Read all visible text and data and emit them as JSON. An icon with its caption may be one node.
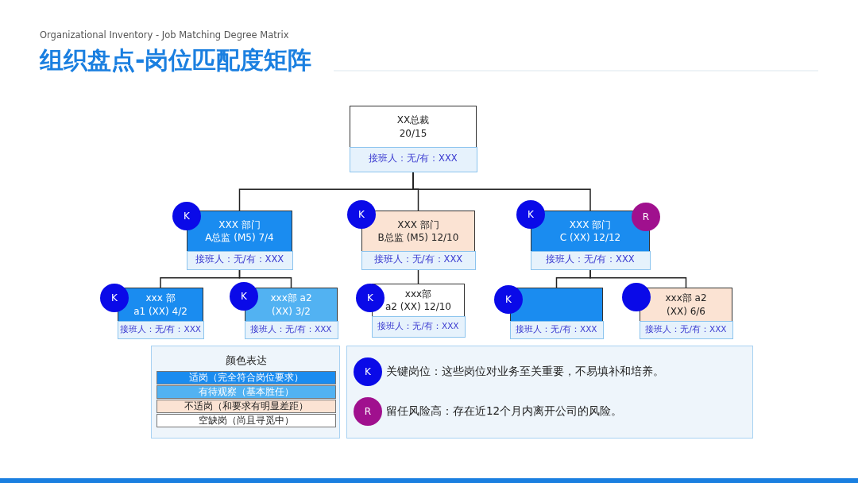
{
  "diagram": {
    "title": "组织盘点-岗位匹配度矩阵",
    "nodes": [
      {
        "text": [
          "XX总裁",
          "20/15",
          "接班人：无/有：XXX"
        ]
      },
      {
        "text": [
          "K"
        ]
      },
      {
        "text": [
          "XXX 部门",
          "A总监 (M5)  7/4",
          "接班人：无/有：XXX"
        ]
      },
      {
        "text": [
          "K"
        ]
      },
      {
        "text": [
          "XXX 部门",
          "B总监 (M5) 12/10",
          "接班人：无/有：XXX"
        ]
      },
      {
        "text": [
          "K"
        ]
      },
      {
        "text": [
          "XXX 部门",
          "C (XX) 12/12",
          "接班人：无/有：XXX"
        ]
      },
      {
        "text": [
          "R"
        ]
      },
      {
        "text": [
          "K"
        ]
      },
      {
        "text": [
          "xxx 部",
          "a1 (XX) 4/2",
          "接班人：无/有：XXX"
        ]
      },
      {
        "text": [
          "K"
        ]
      },
      {
        "text": [
          "xxx部 a2",
          "(XX) 3/2",
          "接班人：无/有：XXX"
        ]
      },
      {
        "text": [
          "K"
        ]
      },
      {
        "text": [
          "xxx部",
          "a2 (XX) 12/10",
          "接班人：无/有：XXX"
        ]
      },
      {
        "text": [
          "K"
        ]
      },
      {
        "text": [
          "接班人：无/有：XXX"
        ]
      },
      {
        "text": [],
        "shape": "circle"
      },
      {
        "text": [
          "xxx部 a2",
          "(XX) 6/6",
          "接班人：无/有：XXX"
        ]
      },
      {
        "text": [
          "K"
        ]
      },
      {
        "text": [
          "R"
        ]
      }
    ],
    "edges": [
      {
        "from": 0,
        "to": 2,
        "arrow": "none"
      },
      {
        "from": 0,
        "to": 4,
        "arrow": "none"
      },
      {
        "from": 0,
        "to": 6,
        "arrow": "none"
      },
      {
        "from": 2,
        "to": 9,
        "arrow": "none"
      },
      {
        "from": 2,
        "to": 11,
        "arrow": "none"
      },
      {
        "from": 4,
        "to": 13,
        "arrow": "none"
      },
      {
        "from": 6,
        "to": 15,
        "arrow": "none"
      },
      {
        "from": 6,
        "to": 17,
        "arrow": "none"
      }
    ],
    "labels": [
      "Organizational Inventory - Job Matching Degree Matrix",
      "颜色表达"
    ],
    "legend": [
      {
        "text": "适岗（完全符合岗位要求）",
        "color": "#1a8cf0"
      },
      {
        "text": "有待观察（基本胜任）",
        "color": "#52b2f2"
      },
      {
        "text": "不适岗（和要求有明显差距）",
        "color": "#fbe3d3"
      },
      {
        "text": "空缺岗（尚且寻觅中）",
        "color": "#ffffff"
      },
      {
        "text": "关键岗位：这些岗位对业务至关重要，不易填补和培养。"
      },
      {
        "text": "留任风险高：存在近12个月内离开公司的风险。"
      }
    ]
  }
}
